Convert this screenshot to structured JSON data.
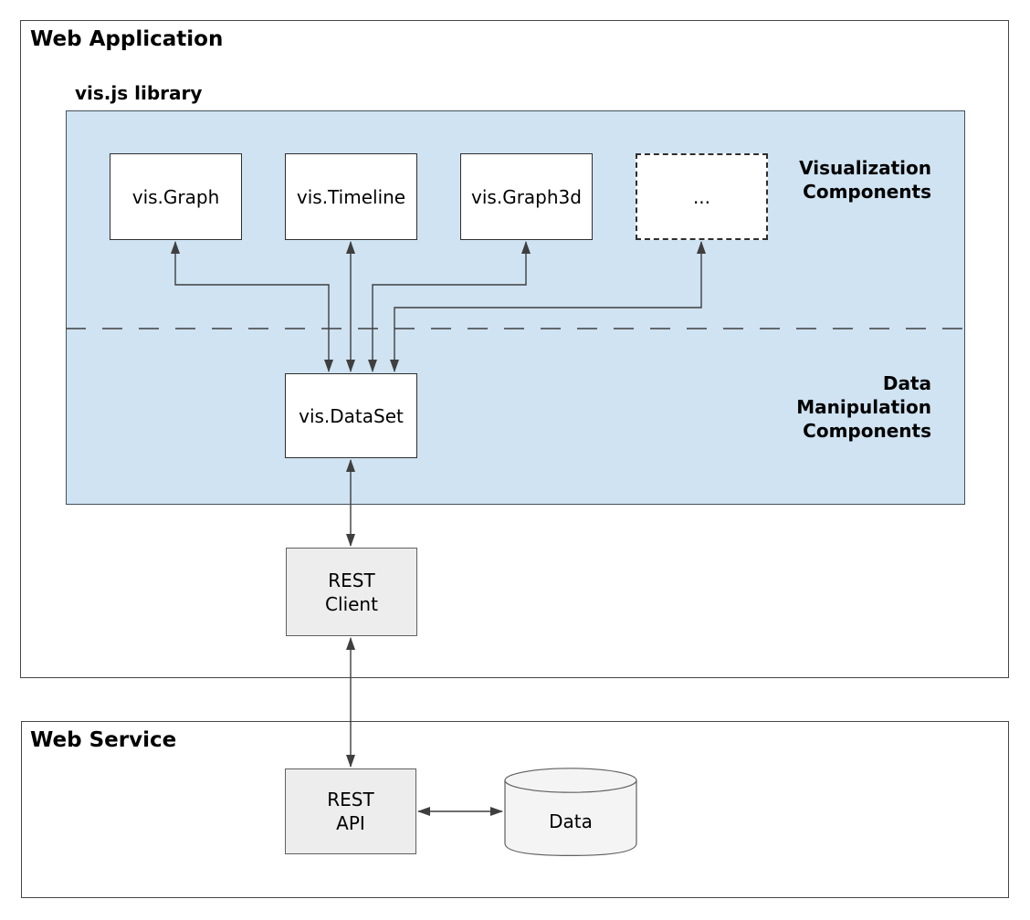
{
  "colors": {
    "background": "#ffffff",
    "outer_border": "#454545",
    "library_fill": "#cfe3f2",
    "library_border": "#44505a",
    "box_border": "#2e2e2e",
    "gray_fill": "#ededed",
    "gray_border": "#5f5f5f",
    "cylinder_fill": "#f4f4f4",
    "line_color": "#3f3f3f",
    "text_color": "#000000"
  },
  "web_application": {
    "title": "Web Application"
  },
  "library": {
    "label": "vis.js library",
    "components": [
      {
        "label": "vis.Graph"
      },
      {
        "label": "vis.Timeline"
      },
      {
        "label": "vis.Graph3d"
      },
      {
        "label": "..."
      }
    ],
    "visualization_label": "Visualization\nComponents",
    "data_manipulation_label": "Data\nManipulation\nComponents",
    "dataset": {
      "label": "vis.DataSet"
    }
  },
  "rest_client": {
    "label": "REST\nClient"
  },
  "web_service": {
    "title": "Web Service",
    "rest_api": {
      "label": "REST\nAPI"
    },
    "data_store": {
      "label": "Data"
    }
  }
}
